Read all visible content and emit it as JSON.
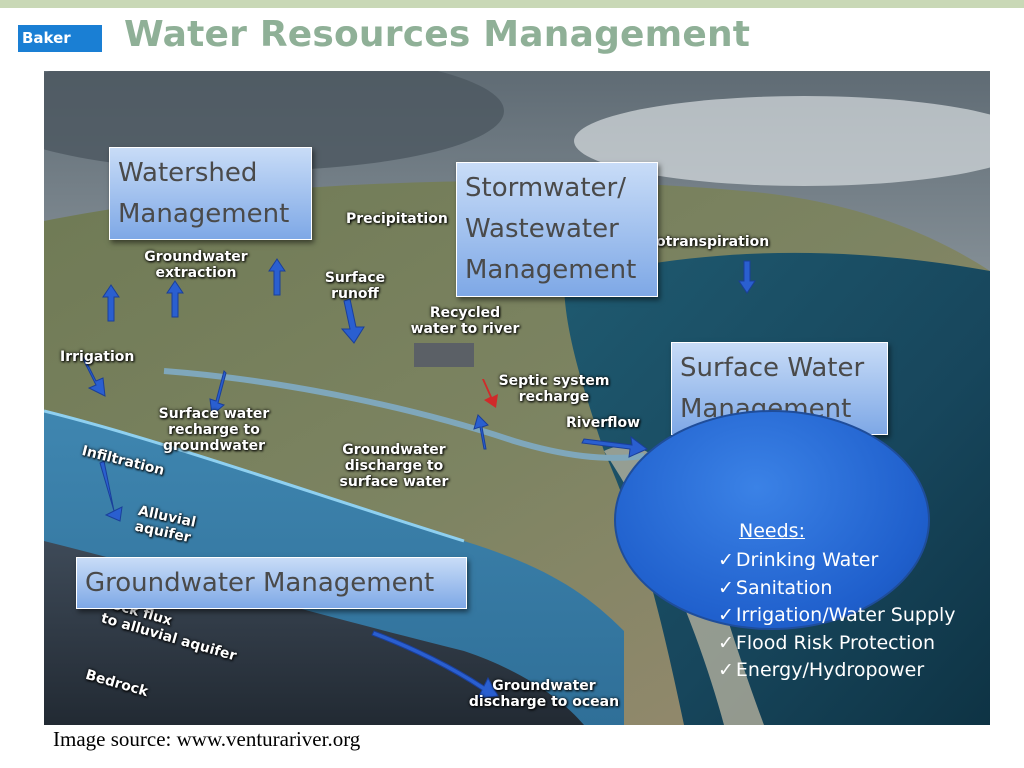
{
  "slide": {
    "title": "Water Resources Management",
    "logo_text": "Baker",
    "caption": "Image source:  www.venturariver.org"
  },
  "colors": {
    "title": "#8fb097",
    "top_bar": "#c9d8b6",
    "logo_bg": "#1a7fd4",
    "box_fill": "#9fc0f0",
    "needs_fill": "#2c6fdc",
    "arrow_blue": "#2a5fd0"
  },
  "management_boxes": {
    "watershed": [
      "Watershed",
      "Management"
    ],
    "stormwater": [
      "Stormwater/",
      "Wastewater",
      "Management"
    ],
    "surface_water": [
      "Surface Water",
      "Management"
    ],
    "groundwater": [
      "Groundwater Management"
    ]
  },
  "diagram_labels": {
    "precipitation": "Precipitation",
    "evapotranspiration": "otranspiration",
    "groundwater_extraction": [
      "Groundwater",
      "extraction"
    ],
    "surface_runoff": [
      "Surface",
      "runoff"
    ],
    "recycled_water": [
      "Recycled",
      "water to river"
    ],
    "irrigation": "Irrigation",
    "septic": [
      "Septic system",
      "recharge"
    ],
    "surface_recharge": [
      "Surface water",
      "recharge to",
      "groundwater"
    ],
    "riverflow": "Riverflow",
    "groundwater_discharge": [
      "Groundwater",
      "discharge to",
      "surface water"
    ],
    "infiltration": "Infiltration",
    "alluvial_aquifer": [
      "Alluvial",
      "aquifer"
    ],
    "bedrock_flux": [
      "rock flux",
      "to alluvial aquifer"
    ],
    "bedrock": "Bedrock",
    "discharge_ocean": [
      "Groundwater",
      "discharge to ocean"
    ]
  },
  "needs": {
    "title": "Needs:",
    "items": [
      "Drinking Water",
      "Sanitation",
      "Irrigation/Water Supply",
      "Flood Risk Protection",
      "Energy/Hydropower"
    ]
  }
}
